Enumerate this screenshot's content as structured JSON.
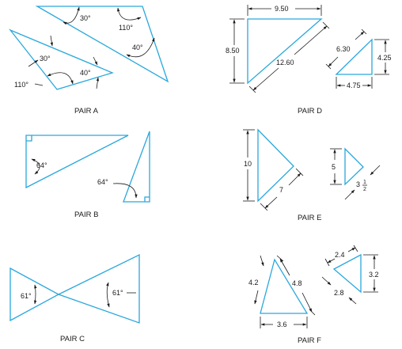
{
  "pairs": {
    "a": {
      "caption": "PAIR A",
      "upper": {
        "top_angle": "30°",
        "right_angle": "110°",
        "bottom_angle": "40°"
      },
      "lower": {
        "top_angle": "30°",
        "left_angle": "110°",
        "right_angle": "40°"
      }
    },
    "b": {
      "caption": "PAIR B",
      "left_angle": "64°",
      "right_angle": "64°"
    },
    "c": {
      "caption": "PAIR C",
      "left_angle": "61°",
      "right_angle": "61°"
    },
    "d": {
      "caption": "PAIR D",
      "big": {
        "top": "9.50",
        "left": "8.50",
        "hyp": "12.60"
      },
      "small": {
        "hyp": "6.30",
        "right": "4.25",
        "bottom": "4.75"
      }
    },
    "e": {
      "caption": "PAIR E",
      "big": {
        "left": "10",
        "hyp": "7"
      },
      "small": {
        "left": "5",
        "whole": "3",
        "num": "1",
        "den": "2"
      }
    },
    "f": {
      "caption": "PAIR F",
      "big": {
        "left": "4.2",
        "right": "4.8",
        "bottom": "3.6"
      },
      "small": {
        "top": "2.4",
        "right": "3.2",
        "bottom": "2.8"
      }
    }
  },
  "colors": {
    "shape": "#2aa8dc",
    "annotation": "#1a1a1a"
  }
}
